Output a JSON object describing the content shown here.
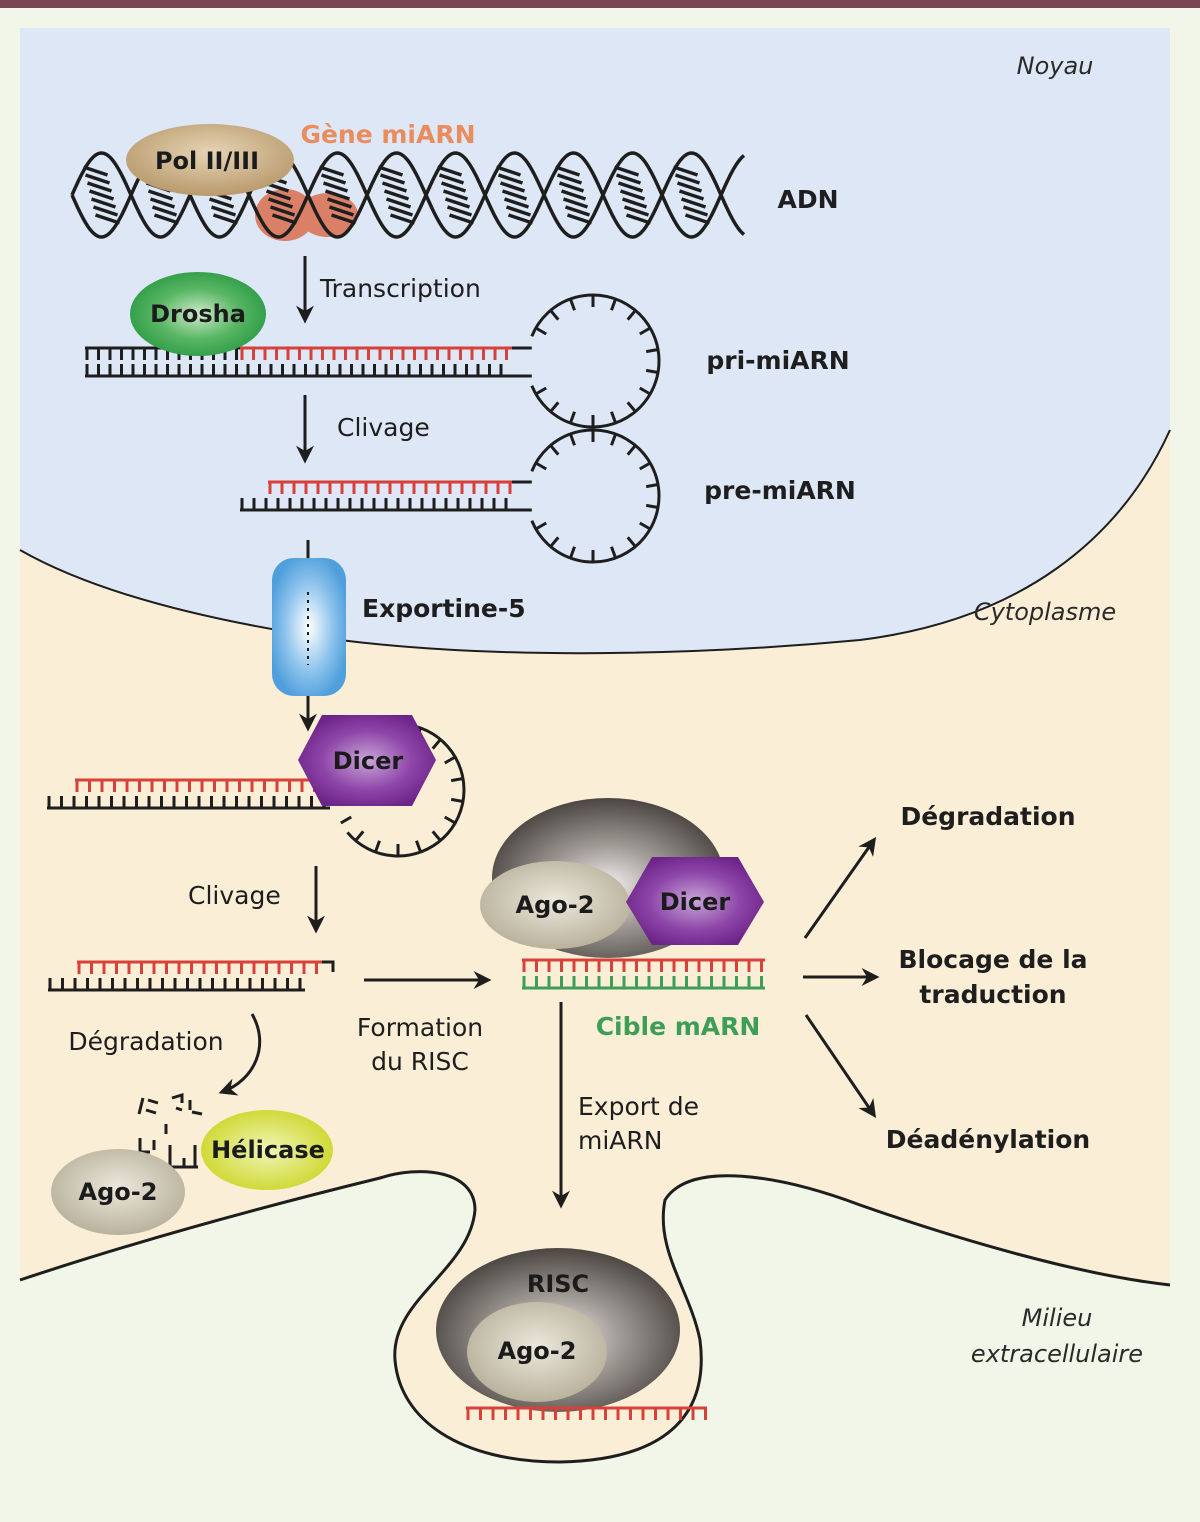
{
  "figure": {
    "compartments": {
      "nucleus": "Noyau",
      "cytoplasm": "Cytoplasme",
      "extracellular_line1": "Milieu",
      "extracellular_line2": "extracellulaire"
    },
    "labels": {
      "gene": "Gène miARN",
      "dna": "ADN",
      "pri": "pri-miARN",
      "pre": "pre-miARN",
      "exportin": "Exportine-5",
      "target_mrna": "Cible mARN"
    },
    "proteins": {
      "pol": "Pol II/III",
      "drosha": "Drosha",
      "dicer1": "Dicer",
      "dicer2": "Dicer",
      "ago_risc": "Ago-2",
      "ago_degr": "Ago-2",
      "helicase": "Hélicase",
      "risc": "RISC",
      "ago_vesicle": "Ago-2"
    },
    "steps": {
      "transcription": "Transcription",
      "cleavage1": "Clivage",
      "cleavage2": "Clivage",
      "degradation": "Dégradation",
      "risc_formation_line1": "Formation",
      "risc_formation_line2": "du RISC",
      "export_line1": "Export de",
      "export_line2": "miARN"
    },
    "outcomes": {
      "degradation": "Dégradation",
      "blocking_line1": "Blocage de la",
      "blocking_line2": "traduction",
      "deadenylation": "Déadénylation"
    },
    "colors": {
      "header_bar": "#7a4452",
      "outer_bg": "#f1f6e8",
      "nucleus_bg": "#dde7f5",
      "cytoplasm_bg": "#fbeed6",
      "mirna_strand": "#d8413a",
      "target_strand": "#3d9e58",
      "gene_label": "#e98d5f",
      "gene_highlight": "#d98067",
      "pol": "#c8a97c",
      "drosha": "#3da24f",
      "dicer": "#7c2f94",
      "exportin": "#5aa7df",
      "helicase": "#d3dc2c",
      "ago": "#c9c3ad",
      "risc": "#5e5954"
    }
  }
}
